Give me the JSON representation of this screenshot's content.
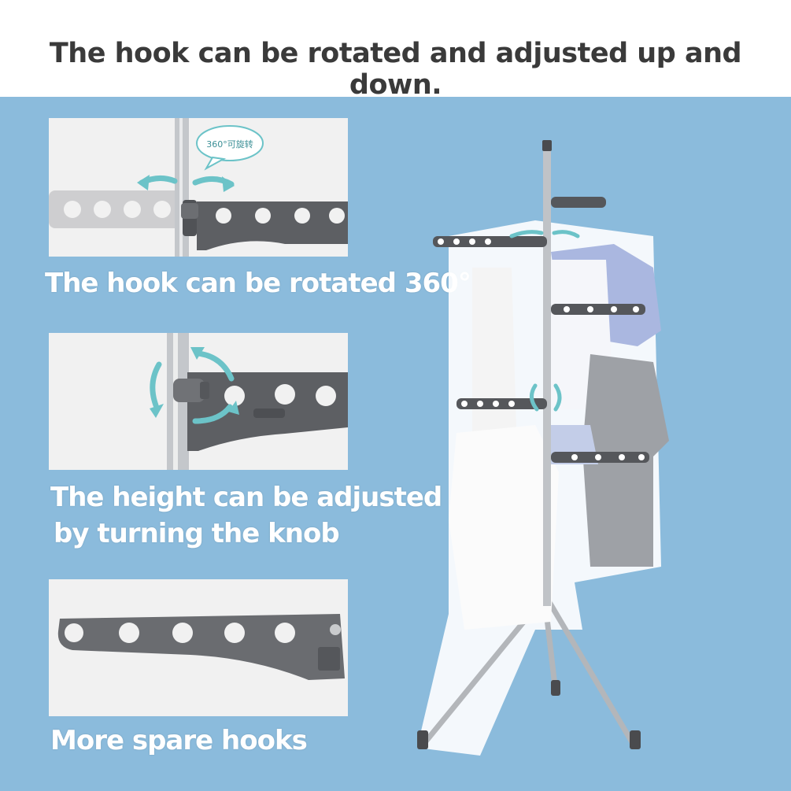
{
  "header": {
    "title": "The hook can be rotated and adjusted up and down."
  },
  "panel1": {
    "badge": "360°可旋转",
    "caption": "The hook can be rotated 360°"
  },
  "panel2": {
    "caption_line1": "The height can be adjusted",
    "caption_line2": "by turning the knob"
  },
  "panel3": {
    "caption": "More spare hooks"
  },
  "colors": {
    "background": "#8bbbdc",
    "arrow": "#6cc3c8",
    "hook": "#5d5f63",
    "pole": "#b9bcc0"
  }
}
